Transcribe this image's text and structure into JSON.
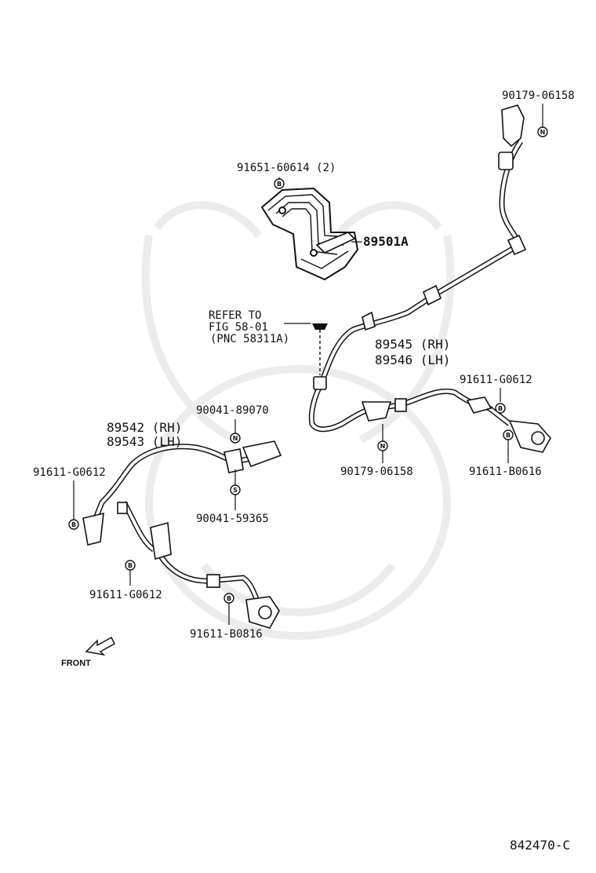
{
  "diagram": {
    "refer_note": [
      "REFER TO",
      "FIG 58-01",
      "(PNC 58311A)"
    ],
    "front_label": "FRONT",
    "figure_id": "842470-C",
    "parts": {
      "bracket_bolt": "91651-60614 (2)",
      "actuator": "89501A",
      "rear_nut": "90179-06158",
      "rear_harness_rh": "89545 (RH)",
      "rear_harness_lh": "89546 (LH)",
      "rear_bolt_upper": "91611-G0612",
      "rear_center_nut": "90179-06158",
      "rear_sensor_bolt": "91611-B0616",
      "front_harness_rh": "89542 (RH)",
      "front_harness_lh": "89543 (LH)",
      "front_clip_top": "90041-89070",
      "front_clip_bottom": "90041-59365",
      "front_bolt_left": "91611-G0612",
      "front_bolt_lower": "91611-G0612",
      "front_sensor_bolt": "91611-B0816"
    },
    "symbols": {
      "bolt": "B",
      "nut": "N",
      "clip": "S"
    }
  }
}
